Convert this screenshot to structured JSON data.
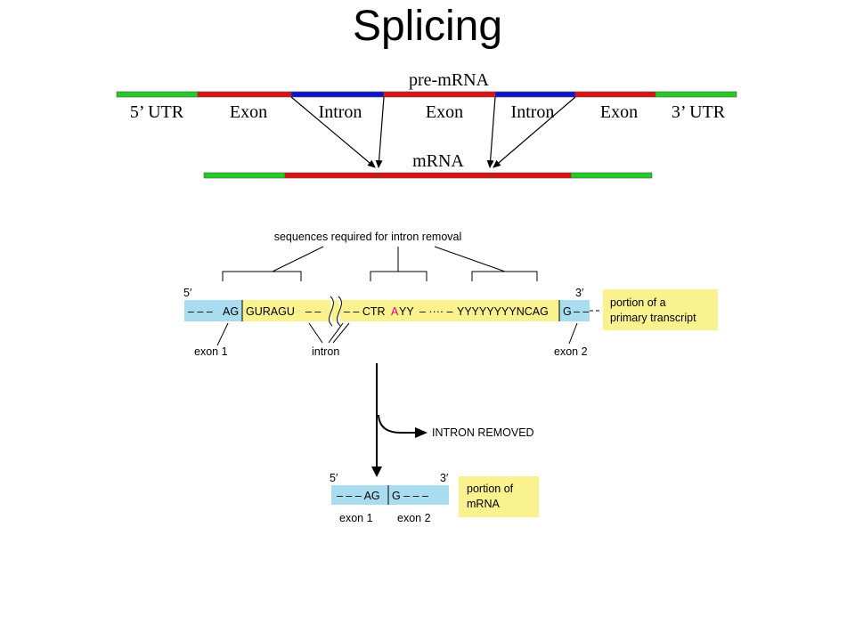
{
  "title": "Splicing",
  "pre_mrna_panel": {
    "label_pre": "pre-mRNA",
    "label_mrna": "mRNA",
    "segments": [
      "5’ UTR",
      "Exon",
      "Intron",
      "Exon",
      "Intron",
      "Exon",
      "3’ UTR"
    ],
    "colors": {
      "utr": "#22cc22",
      "exon": "#dd1111",
      "intron": "#1111cc"
    }
  },
  "transcript_panel": {
    "heading": "sequences required for intron removal",
    "prime5": "5′",
    "prime3": "3′",
    "seq_left_dashes": "– – –",
    "seq_ag": "AG",
    "seq_guragu": "GURAGU",
    "seq_mid_dashes": "– –",
    "seq_after_break": "– – CTR",
    "seq_a": "A",
    "seq_yy": "YY",
    "seq_dots": "– ···· –",
    "seq_poly": "YYYYYYYYNCAG",
    "seq_g": "G",
    "seq_right_dashes": "– –",
    "exon1": "exon 1",
    "intron": "intron",
    "exon2": "exon 2",
    "box_line1": "portion of a",
    "box_line2": "primary transcript",
    "arrow_label": "INTRON REMOVED",
    "colors": {
      "exon": "#a8dcee",
      "intron": "#f9f28f",
      "highlight_a": "#e6007e",
      "box": "#f9f28f"
    }
  },
  "mrna_panel": {
    "prime5": "5′",
    "prime3": "3′",
    "seq_left": "– – – AG",
    "seq_right": "G – – –",
    "exon1": "exon 1",
    "exon2": "exon 2",
    "box_line1": "portion of",
    "box_line2": "mRNA"
  }
}
